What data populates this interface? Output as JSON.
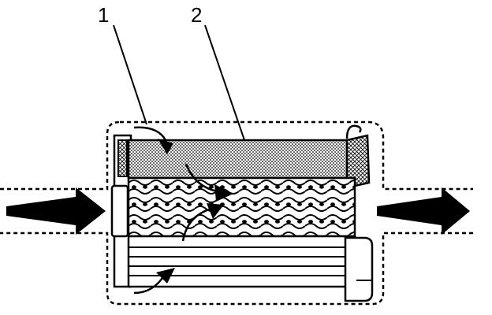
{
  "callouts": [
    {
      "id": "callout-1",
      "text": "1"
    },
    {
      "id": "callout-2",
      "text": "2"
    }
  ],
  "icons": [
    "flow-in-arrow-icon",
    "flow-out-arrow-icon",
    "airflow-curved-arrow-icon"
  ],
  "colors": {
    "line": "#000000",
    "background": "#ffffff"
  }
}
